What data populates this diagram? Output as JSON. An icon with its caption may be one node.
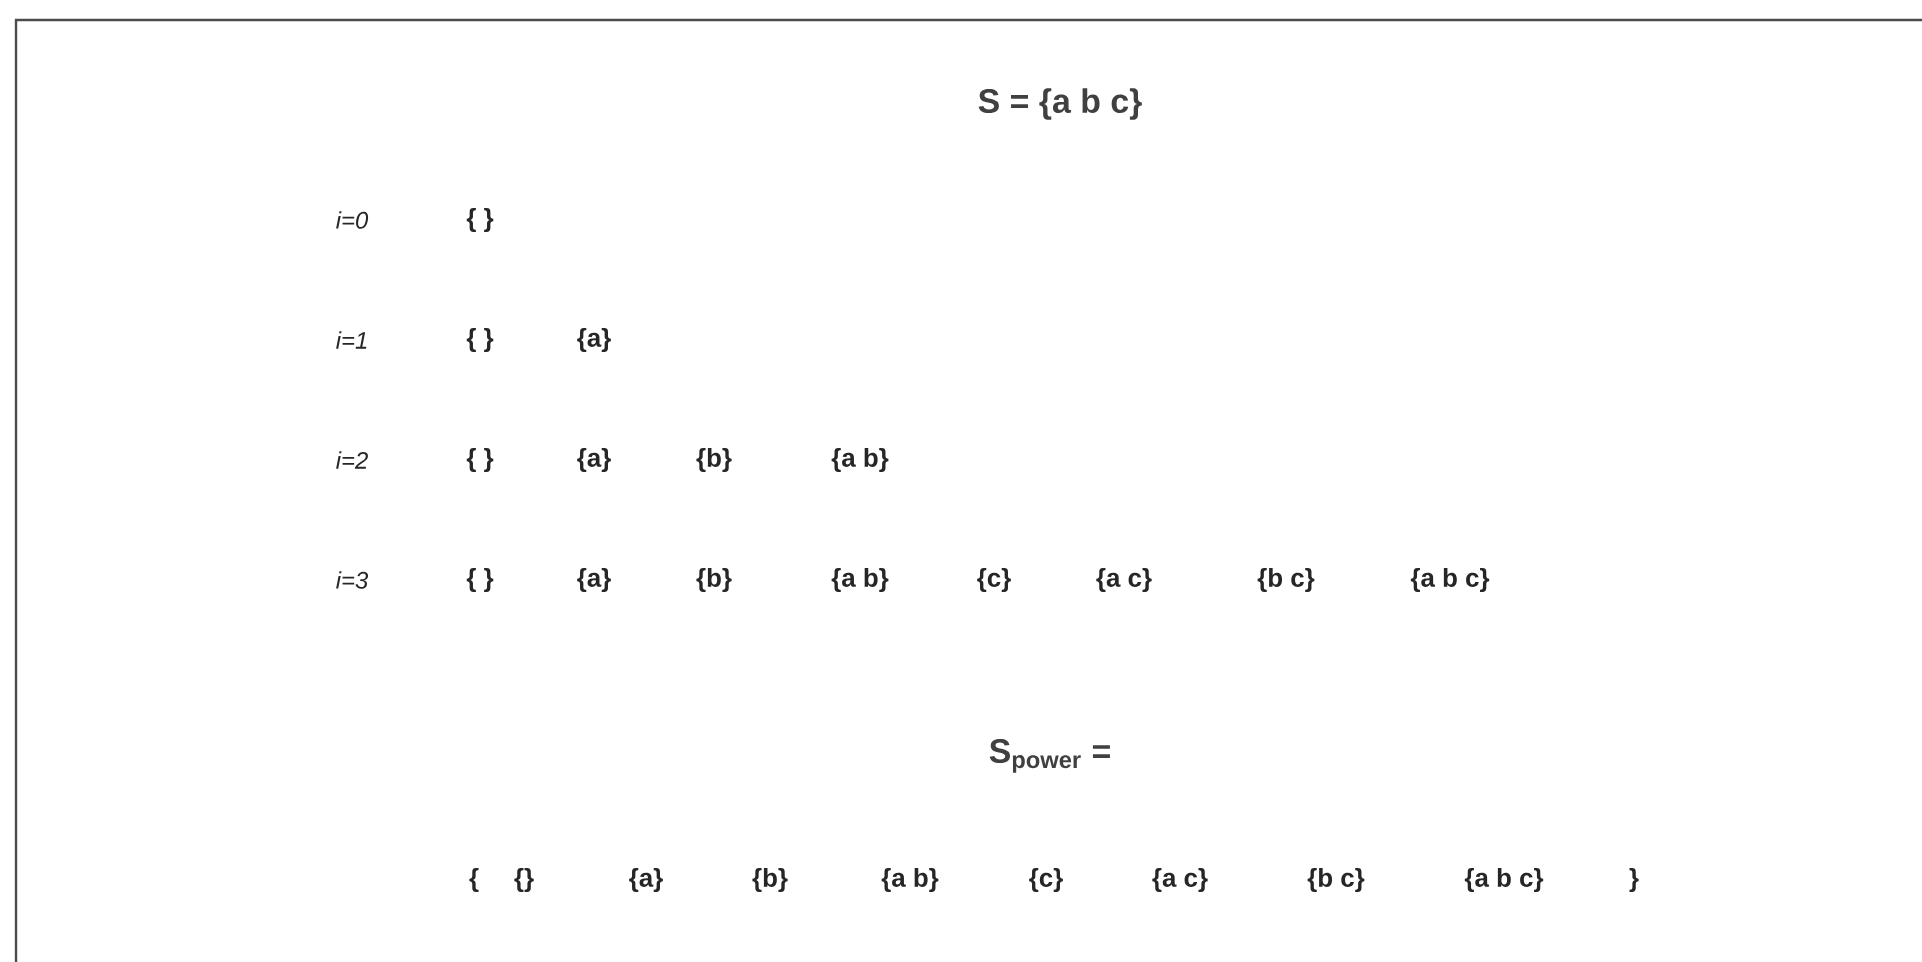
{
  "diagram": {
    "title": "S = {a b c}",
    "labels": [
      "i=0",
      "{ }",
      "i=1",
      "{ }",
      "{a}",
      "i=2",
      "{ }",
      "{a}",
      "{b}",
      "{a b}",
      "i=3",
      "{ }",
      "{a}",
      "{b}",
      "{a b}",
      "{c}",
      "{a c}",
      "{b c}",
      "{a b c}",
      "S$_{power}$ =",
      "{",
      "{}",
      "{a}",
      "{b}",
      "{a b}",
      "{c}",
      "{a c}",
      "{b c}",
      "{a b c}",
      "}"
    ]
  }
}
